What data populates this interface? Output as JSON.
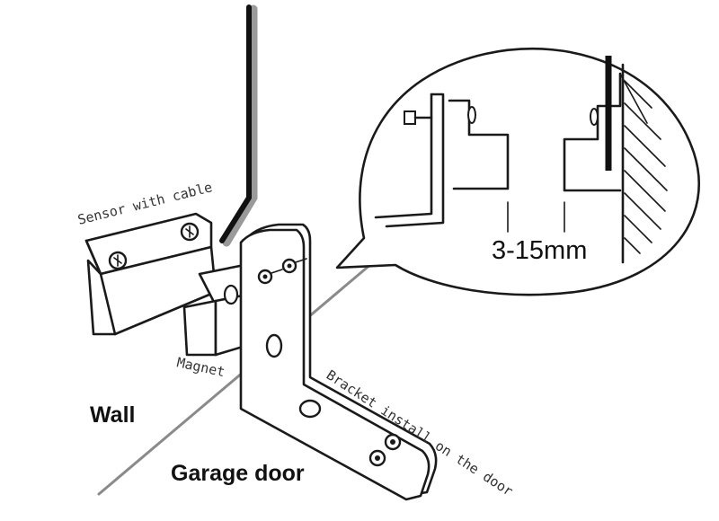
{
  "labels": {
    "sensor": "Sensor with cable",
    "magnet": "Magnet",
    "bracket": "Bracket install on the door",
    "wall": "Wall",
    "garage_door": "Garage door",
    "gap": "3-15mm"
  },
  "colors": {
    "line": "#1a1a1a",
    "cable": "#111111",
    "cable_shadow": "#9a9a9a",
    "floor_line": "#8a8a8a",
    "background": "#ffffff"
  },
  "icons": [
    "screw-icon",
    "bolt-icon"
  ]
}
